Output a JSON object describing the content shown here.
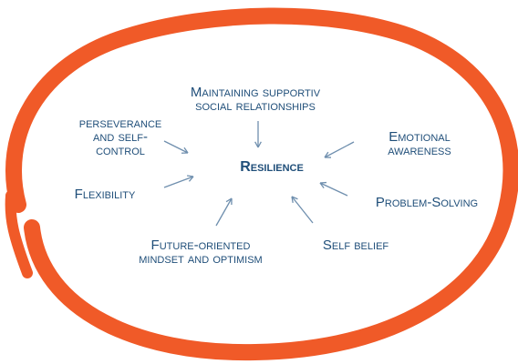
{
  "colors": {
    "ring": "#f05a28",
    "text": "#1f4e79",
    "arrow": "#6f8fae"
  },
  "center": {
    "label": "Resilience"
  },
  "factors": [
    {
      "id": "supportive",
      "label": "Maintaining supportiv\nsocial relationships"
    },
    {
      "id": "perseverance",
      "label": "perseverance\nand self-\ncontrol"
    },
    {
      "id": "emotional",
      "label": "Emotional\nawareness"
    },
    {
      "id": "flexibility",
      "label": "Flexibility"
    },
    {
      "id": "problem",
      "label": "Problem-Solving"
    },
    {
      "id": "future",
      "label": "Future-oriented\nmindset and optimism"
    },
    {
      "id": "selfbelief",
      "label": "Self belief"
    }
  ]
}
